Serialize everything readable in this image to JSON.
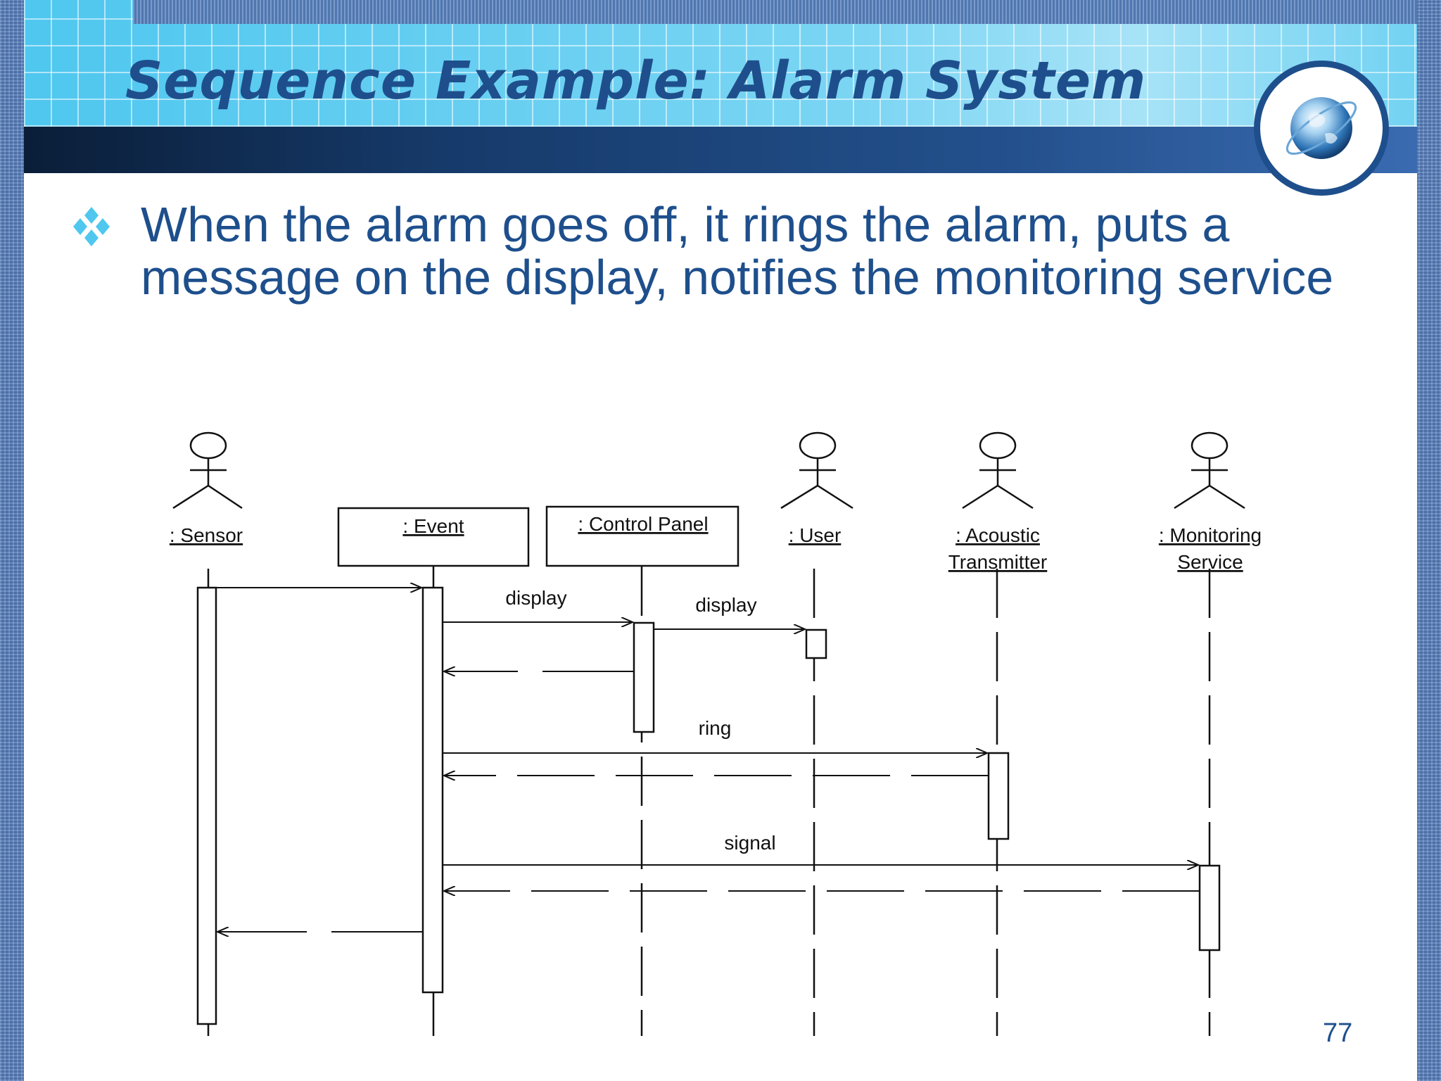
{
  "slide": {
    "title": "Sequence Example: Alarm System",
    "bullet": "When the alarm goes off, it rings the alarm, puts a message on the display, notifies the monitoring service",
    "page_number": "77"
  },
  "colors": {
    "title": "#1e4f8c",
    "header_band": "#4fc7ef",
    "dark_bar": "#163a6a",
    "bullet_icon": "#4fc7ef"
  },
  "diagram": {
    "participants": [
      {
        "label": ": Sensor",
        "kind": "actor"
      },
      {
        "label": ": Event",
        "kind": "object"
      },
      {
        "label": ": Control Panel",
        "kind": "object"
      },
      {
        "label": ": User",
        "kind": "actor"
      },
      {
        "label": ": Acoustic Transmitter",
        "line1": ": Acoustic",
        "line2": "Transmitter",
        "kind": "actor"
      },
      {
        "label": ": Monitoring Service",
        "line1": ": Monitoring",
        "line2": "Service",
        "kind": "actor"
      }
    ],
    "messages": [
      {
        "from": ": Sensor",
        "to": ": Event",
        "label": "",
        "kind": "call"
      },
      {
        "from": ": Event",
        "to": ": Control Panel",
        "label": "display",
        "kind": "call"
      },
      {
        "from": ": Control Panel",
        "to": ": User",
        "label": "display",
        "kind": "call"
      },
      {
        "from": ": Control Panel",
        "to": ": Event",
        "label": "",
        "kind": "return"
      },
      {
        "from": ": Event",
        "to": ": Acoustic Transmitter",
        "label": "ring",
        "kind": "call"
      },
      {
        "from": ": Acoustic Transmitter",
        "to": ": Event",
        "label": "",
        "kind": "return"
      },
      {
        "from": ": Event",
        "to": ": Monitoring Service",
        "label": "signal",
        "kind": "call"
      },
      {
        "from": ": Monitoring Service",
        "to": ": Event",
        "label": "",
        "kind": "return"
      },
      {
        "from": ": Event",
        "to": ": Sensor",
        "label": "",
        "kind": "return"
      }
    ]
  }
}
